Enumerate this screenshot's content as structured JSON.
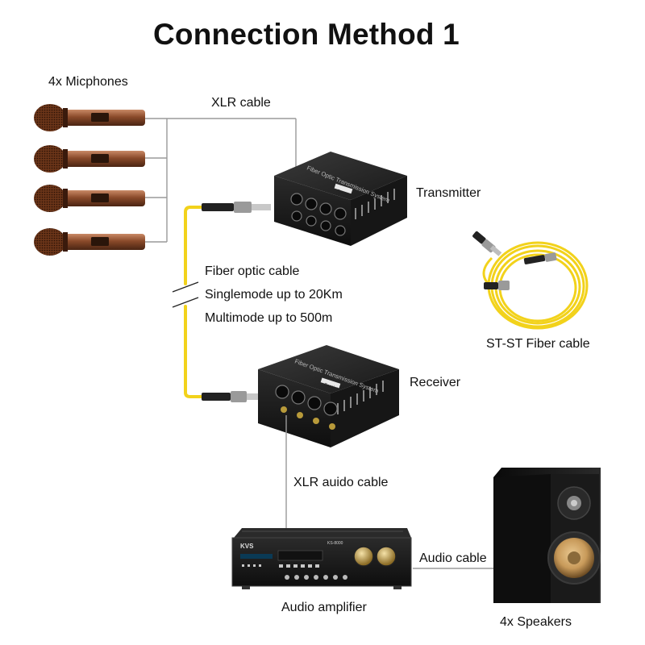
{
  "title": "Connection Method 1",
  "labels": {
    "microphones": "4x Micphones",
    "xlr_cable": "XLR cable",
    "transmitter": "Transmitter",
    "fiber_cable": "Fiber optic cable",
    "singlemode": "Singlemode up to 20Km",
    "multimode": "Multimode up to 500m",
    "receiver": "Receiver",
    "st_st_cable": "ST-ST Fiber cable",
    "xlr_audio_cable": "XLR auido cable",
    "audio_cable": "Audio cable",
    "amplifier": "Audio amplifier",
    "speakers": "4x Speakers"
  },
  "device_text": {
    "box_caption": "Fiber Optic Transmission System",
    "tx_badge": "Transmitter",
    "rx_badge": "Receiver",
    "amp_brand": "KVS",
    "amp_model": "KS-8000"
  },
  "colors": {
    "fiber_yellow": "#f2d21b",
    "device_black": "#1c1c1c",
    "mic_bronze": "#8a4a2a",
    "line_gray": "#9a9a9a"
  }
}
